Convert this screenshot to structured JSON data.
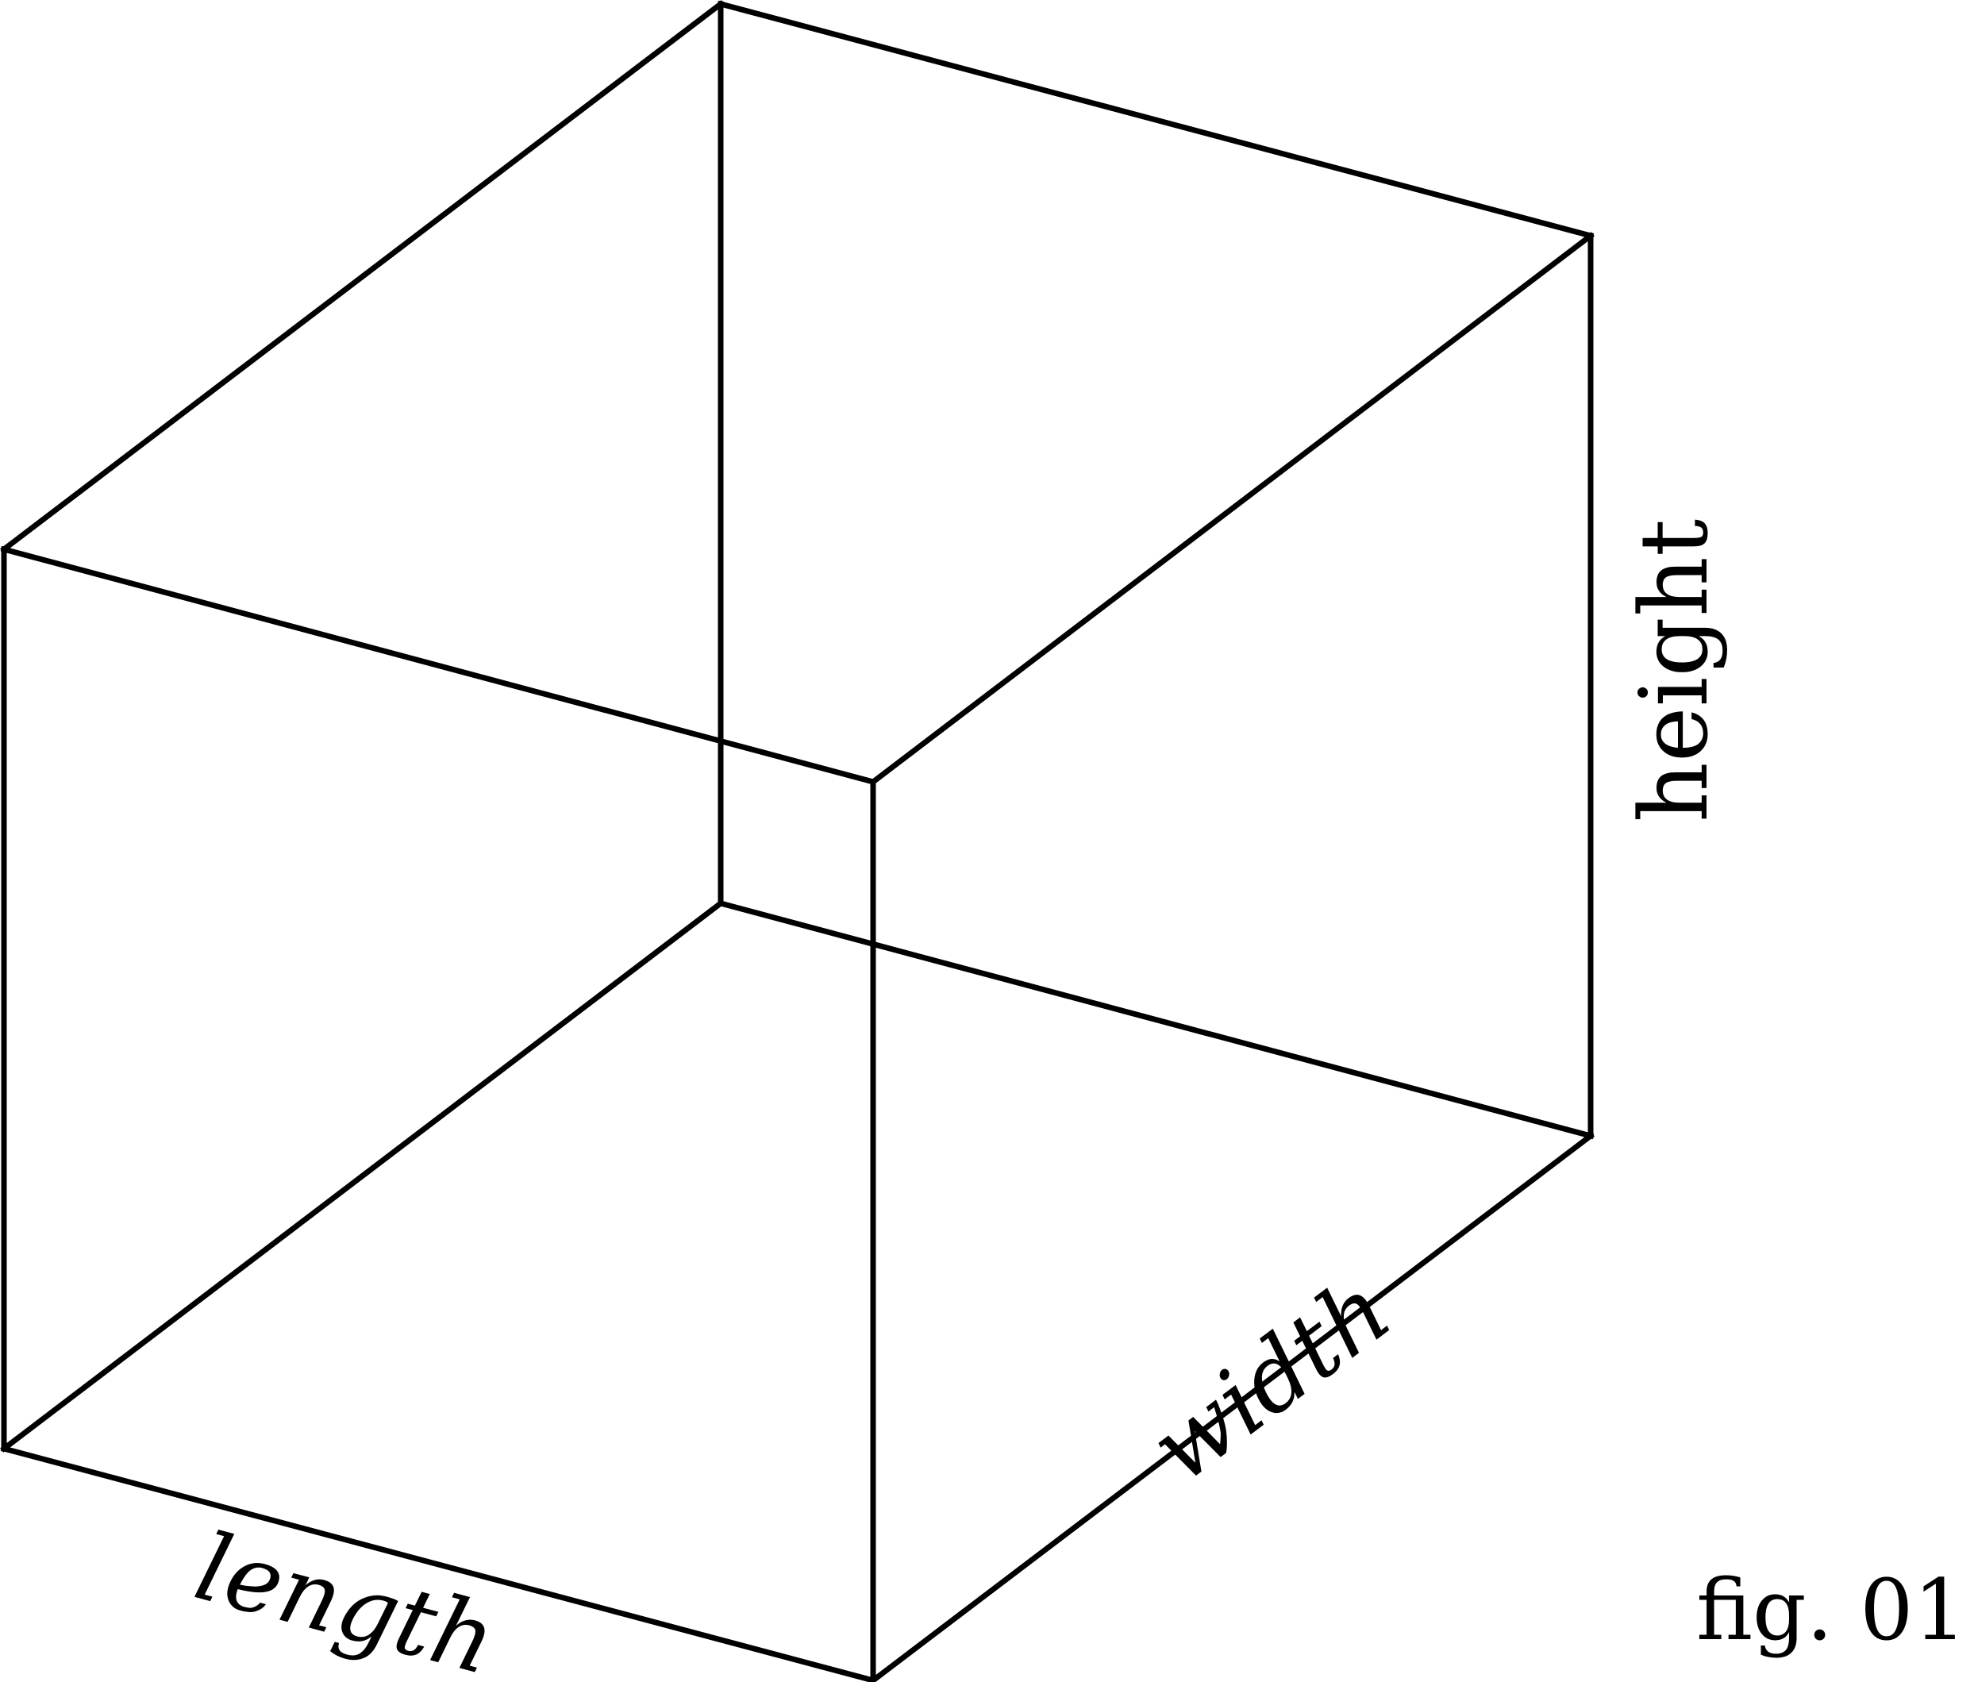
{
  "figure": {
    "type": "wireframe-cube",
    "line_color": "#000000",
    "background": "#ffffff"
  },
  "labels": {
    "length": "length",
    "width": "width",
    "height": "height",
    "figure_number": "fig. 01"
  }
}
